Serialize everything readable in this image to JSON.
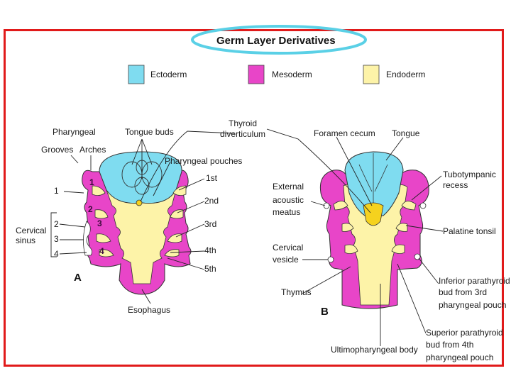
{
  "title": "Germ Layer Derivatives",
  "colors": {
    "ectoderm": "#7fdcf0",
    "mesoderm": "#e845c8",
    "endoderm": "#fdf3a8",
    "frame": "#e11a1a",
    "title_ellipse": "#5ad0e6",
    "thyroid": "#f5d21e"
  },
  "legend": [
    {
      "label": "Ectoderm"
    },
    {
      "label": "Mesoderm"
    },
    {
      "label": "Endoderm"
    }
  ],
  "panel_a": {
    "letter": "A",
    "labels": {
      "pharyngeal": "Pharyngeal",
      "grooves": "Grooves",
      "arches": "Arches",
      "tongue_buds": "Tongue buds",
      "thyroid_1": "Thyroid",
      "thyroid_2": "diverticulum",
      "pouches": "Pharyngeal pouches",
      "p1": "1st",
      "p2": "2nd",
      "p3": "3rd",
      "p4": "4th",
      "p5": "5th",
      "cervical": "Cervical",
      "sinus": "sinus",
      "esophagus": "Esophagus"
    },
    "groove_numbers": [
      "1",
      "2",
      "3",
      "4"
    ],
    "arch_numbers": [
      "1",
      "2",
      "3",
      "4"
    ]
  },
  "panel_b": {
    "letter": "B",
    "labels": {
      "foramen": "Foramen cecum",
      "tongue": "Tongue",
      "tubo_1": "Tubotympanic",
      "tubo_2": "recess",
      "ext_1": "External",
      "ext_2": "acoustic",
      "ext_3": "meatus",
      "palatine": "Palatine tonsil",
      "cerv_1": "Cervical",
      "cerv_2": "vesicle",
      "inf_1": "Inferior parathyroid",
      "inf_2": "bud from 3rd",
      "inf_3": "pharyngeal pouch",
      "thymus": "Thymus",
      "sup_1": "Superior parathyroid",
      "sup_2": "bud from 4th",
      "sup_3": "pharyngeal pouch",
      "ultimo": "Ultimopharyngeal body"
    }
  }
}
